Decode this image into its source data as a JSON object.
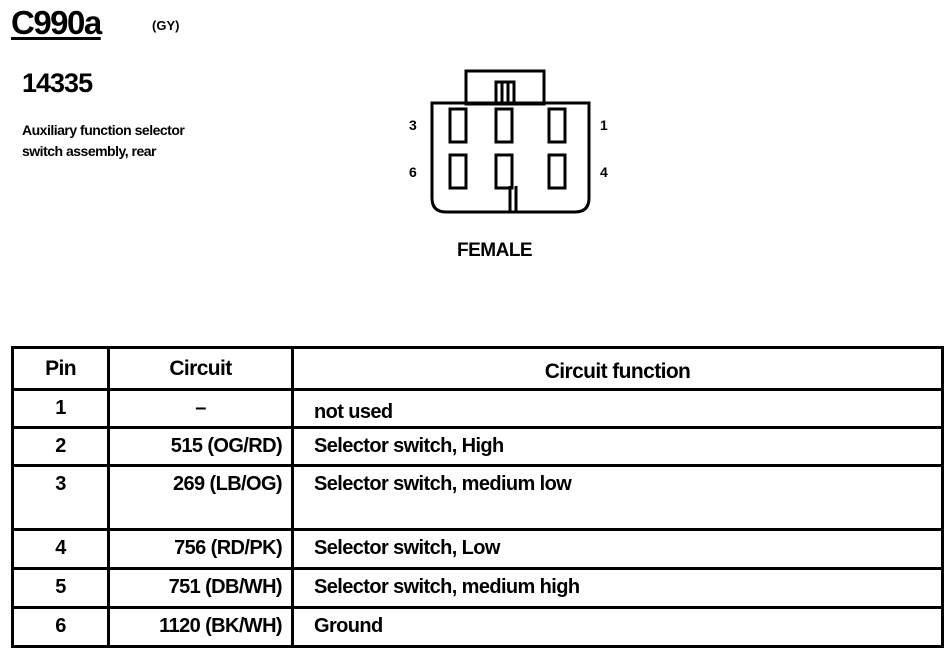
{
  "connector": {
    "id": "C990a",
    "color": "(GY)"
  },
  "part_number": "14335",
  "description": {
    "line1": "Auxiliary function selector",
    "line2": "switch assembly, rear"
  },
  "diagram": {
    "pin_labels": {
      "top_left": "3",
      "top_right": "1",
      "bottom_left": "6",
      "bottom_right": "4"
    },
    "gender": "FEMALE"
  },
  "table": {
    "headers": {
      "pin": "Pin",
      "circuit": "Circuit",
      "function": "Circuit function"
    },
    "rows": [
      {
        "pin": "1",
        "circuit": "–",
        "function": "not used"
      },
      {
        "pin": "2",
        "circuit": "515 (OG/RD)",
        "function": "Selector switch, High"
      },
      {
        "pin": "3",
        "circuit": "269 (LB/OG)",
        "function": "Selector switch, medium low"
      },
      {
        "pin": "4",
        "circuit": "756 (RD/PK)",
        "function": "Selector switch, Low"
      },
      {
        "pin": "5",
        "circuit": "751 (DB/WH)",
        "function": "Selector switch, medium high"
      },
      {
        "pin": "6",
        "circuit": "1120 (BK/WH)",
        "function": "Ground"
      }
    ]
  }
}
